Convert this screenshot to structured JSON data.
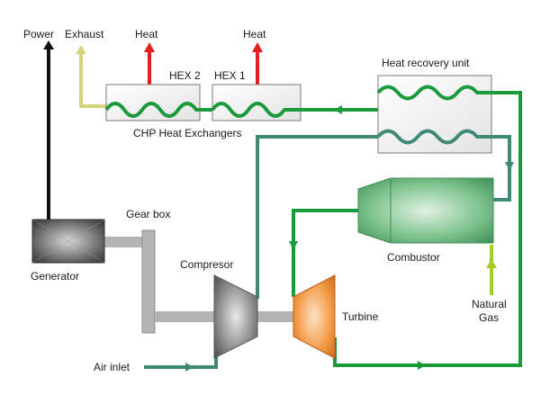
{
  "labels": {
    "power": "Power",
    "exhaust": "Exhaust",
    "heat_left": "Heat",
    "heat_right": "Heat",
    "hex2": "HEX 2",
    "hex1": "HEX 1",
    "heat_recovery_unit": "Heat recovery unit",
    "chp_heat_exchangers": "CHP Heat Exchangers",
    "gear_box": "Gear box",
    "generator": "Generator",
    "compresor": "Compresor",
    "combustor": "Combustor",
    "turbine": "Turbine",
    "natural_gas_line1": "Natural",
    "natural_gas_line2": "Gas",
    "air_inlet": "Air inlet"
  },
  "colors": {
    "hot_loop": "#1a9a3a",
    "cool_loop": "#3f8a74",
    "heat_out": "#e02020",
    "exhaust": "#d6d47a",
    "power": "#111111",
    "natural_gas": "#a8cc28",
    "shaft": "#b4b4b4",
    "combustor": "#4fae6a",
    "turbine": "#f08a2c",
    "generator": "#555555"
  }
}
